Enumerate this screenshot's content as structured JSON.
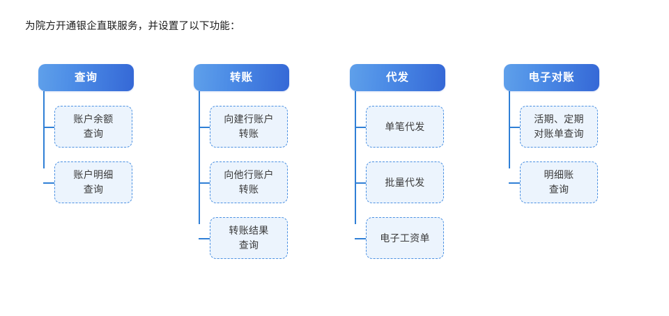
{
  "page": {
    "background_color": "#ffffff",
    "intro_text": "为院方开通银企直联服务，并设置了以下功能："
  },
  "theme": {
    "header_gradient_start": "#5fa0ea",
    "header_gradient_end": "#3568d6",
    "header_text_color": "#ffffff",
    "child_fill": "#ecf4fd",
    "child_border": "#4a90e2",
    "child_text_color": "#3a3a3a",
    "connector_color": "#2f7fd6"
  },
  "diagram": {
    "type": "org-tree",
    "columns": [
      {
        "header": "查询",
        "children": [
          {
            "label": "账户余额\n查询"
          },
          {
            "label": "账户明细\n查询"
          }
        ]
      },
      {
        "header": "转账",
        "children": [
          {
            "label": "向建行账户\n转账"
          },
          {
            "label": "向他行账户\n转账"
          },
          {
            "label": "转账结果\n查询"
          }
        ]
      },
      {
        "header": "代发",
        "children": [
          {
            "label": "单笔代发"
          },
          {
            "label": "批量代发"
          },
          {
            "label": "电子工资单"
          }
        ]
      },
      {
        "header": "电子对账",
        "children": [
          {
            "label": "活期、定期\n对账单查询"
          },
          {
            "label": "明细账\n查询"
          }
        ]
      }
    ]
  }
}
